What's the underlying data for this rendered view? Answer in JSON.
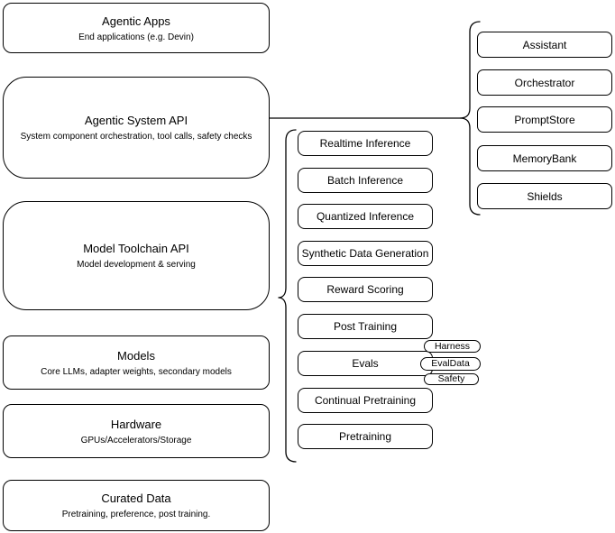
{
  "diagram": {
    "background_color": "#ffffff",
    "stroke_color": "#000000",
    "text_color": "#000000"
  },
  "stack_layers": [
    {
      "title": "Agentic Apps",
      "subtitle": "End applications (e.g. Devin)"
    },
    {
      "title": "Agentic System API",
      "subtitle": "System component orchestration, tool calls, safety checks"
    },
    {
      "title": "Model Toolchain API",
      "subtitle": "Model development & serving"
    },
    {
      "title": "Models",
      "subtitle": "Core LLMs, adapter weights, secondary models"
    },
    {
      "title": "Hardware",
      "subtitle": "GPUs/Accelerators/Storage"
    },
    {
      "title": "Curated Data",
      "subtitle": "Pretraining, preference, post training."
    }
  ],
  "toolchain_services": [
    "Realtime Inference",
    "Batch Inference",
    "Quantized Inference",
    "Synthetic Data Generation",
    "Reward Scoring",
    "Post Training",
    "Evals",
    "Continual Pretraining",
    "Pretraining"
  ],
  "evals_tags": [
    "Harness",
    "EvalData",
    "Safety"
  ],
  "system_components": [
    "Assistant",
    "Orchestrator",
    "PromptStore",
    "MemoryBank",
    "Shields"
  ]
}
